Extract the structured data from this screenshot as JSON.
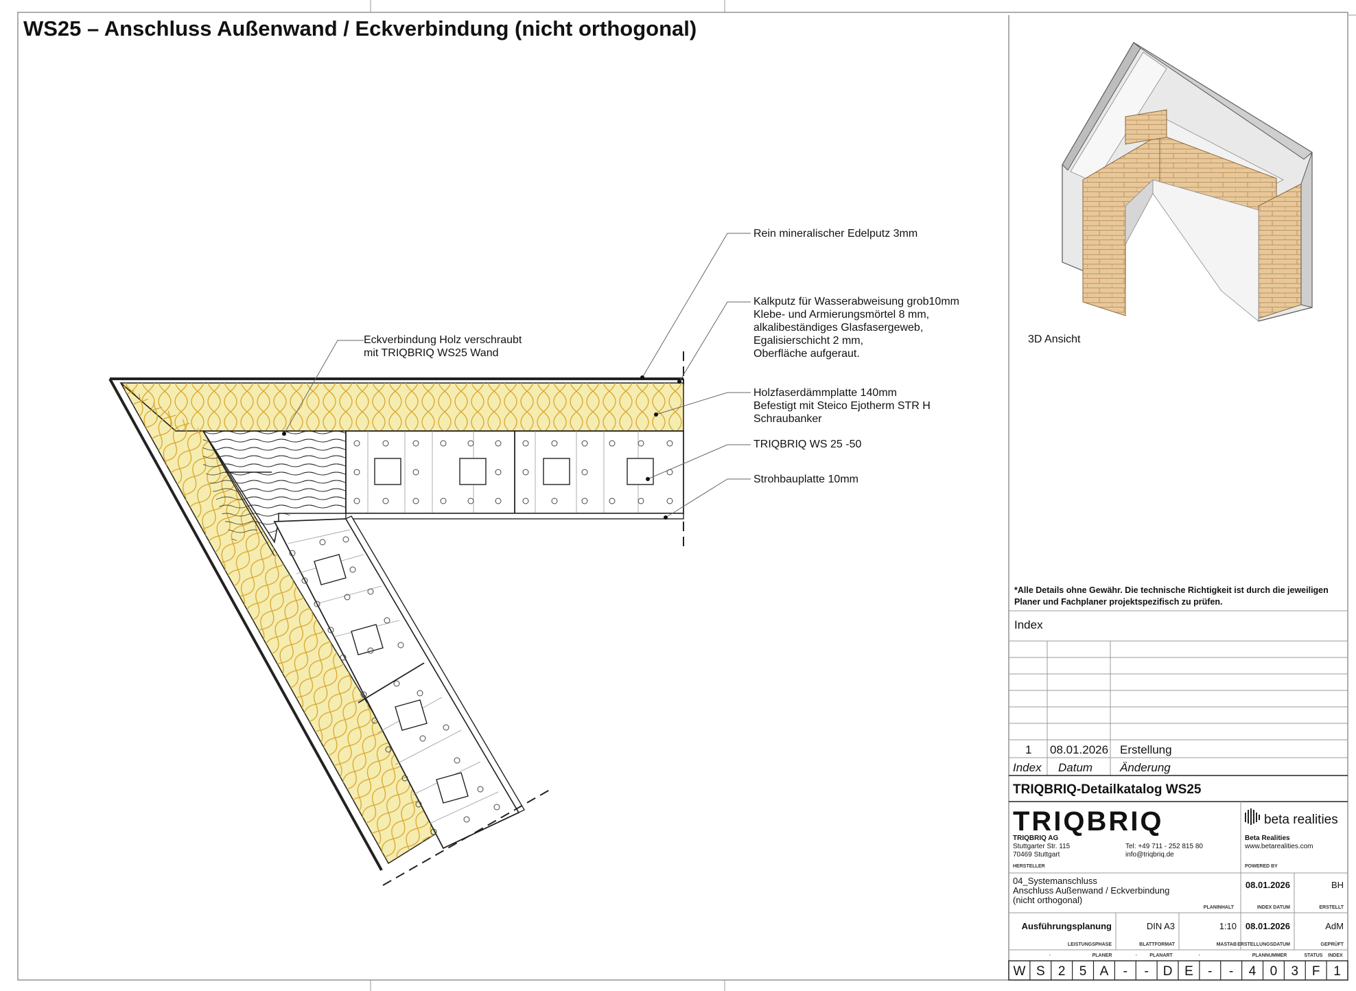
{
  "title": "WS25 – Anschluss Außenwand / Eckverbindung (nicht orthogonal)",
  "labels": {
    "edelputz": "Rein mineralischer Edelputz 3mm",
    "kalkputz": [
      "Kalkputz für Wasserabweisung grob10mm",
      "Klebe- und Armierungsmörtel 8 mm,",
      "alkalibeständiges Glasfasergeweb,",
      "Egalisierschicht 2 mm,",
      "Oberfläche aufgeraut."
    ],
    "eckverbindung": [
      "Eckverbindung Holz verschraubt",
      "mit TRIQBRIQ WS25 Wand"
    ],
    "holzfaser": [
      "Holzfaserdämmplatte 140mm",
      "Befestigt mit Steico Ejotherm STR H",
      "Schraubanker"
    ],
    "triqbriq": "TRIQBRIQ WS 25 -50",
    "stroh": "Strohbauplatte 10mm"
  },
  "view3d_label": "3D Ansicht",
  "disclaimer": [
    "*Alle Details ohne Gewähr. Die technische Richtigkeit ist durch die jeweiligen",
    "Planer und Fachplaner projektspezifisch zu prüfen."
  ],
  "index": {
    "heading": "Index",
    "row": {
      "nr": "1",
      "date": "08.01.2026",
      "text": "Erstellung"
    },
    "header": {
      "nr": "Index",
      "date": "Datum",
      "text": "Änderung"
    }
  },
  "catalog": "TRIQBRIQ-Detailkatalog WS25",
  "manufacturer": {
    "logo": "TRIQBRIQ",
    "name": "TRIQBRIQ AG",
    "street": "Stuttgarter Str. 115",
    "city": "70469 Stuttgart",
    "tel": "Tel: +49 711 - 252 815 80",
    "mail": "info@triqbriq.de",
    "role": "HERSTELLER"
  },
  "powered": {
    "logo": "beta realities",
    "name": "Beta Realities",
    "url": "www.betarealities.com",
    "role": "POWERED BY"
  },
  "plan": {
    "line1": "04_Systemanschluss",
    "line2": "Anschluss Außenwand / Eckverbindung",
    "line3": "(nicht orthogonal)",
    "inhalt_label": "PLANINHALT",
    "index_date": "08.01.2026",
    "index_date_label": "INDEX DATUM",
    "creator": "BH",
    "creator_label": "ERSTELLT"
  },
  "phase": {
    "value": "Ausführungsplanung",
    "label": "LEISTUNGSPHASE",
    "format": "DIN A3",
    "format_label": "BLATTFORMAT",
    "scale": "1:10",
    "scale_label": "MASTAB",
    "date": "08.01.2026",
    "date_label": "ERSTELLUNGSDATUM",
    "checked": "AdM",
    "checked_label": "GEPRÜFT"
  },
  "code_labels": [
    "·",
    "PLANER",
    "·",
    "PLANART",
    "·",
    "PLANNUMMER",
    "STATUS",
    "INDEX"
  ],
  "code": [
    "W",
    "S",
    "2",
    "5",
    "A",
    "-",
    "-",
    "D",
    "E",
    "-",
    "-",
    "4",
    "0",
    "3",
    "F",
    "1"
  ],
  "colors": {
    "insulation": "#f5ecb0",
    "insulation_line": "#d9a62c",
    "brick": "#e8c89a"
  }
}
